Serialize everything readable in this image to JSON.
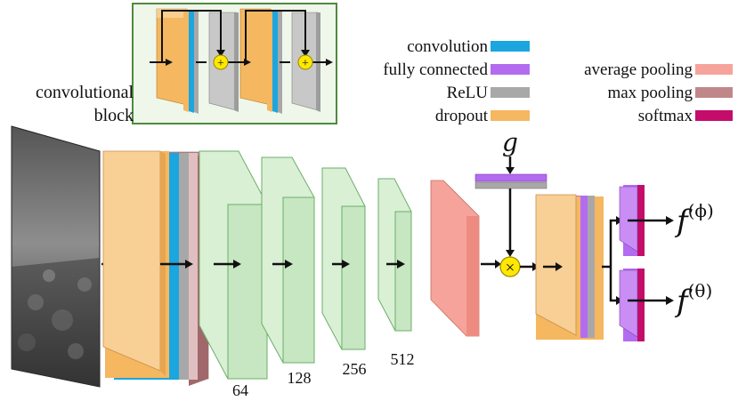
{
  "block_label": [
    "convolutional",
    "block"
  ],
  "legend": {
    "left": [
      {
        "label": "convolution",
        "color": "#1ba6df"
      },
      {
        "label": "fully connected",
        "color": "#b36cf0"
      },
      {
        "label": "ReLU",
        "color": "#a8a8a8"
      },
      {
        "label": "dropout",
        "color": "#f5b760"
      }
    ],
    "right": [
      {
        "label": "average pooling",
        "color": "#f6a49b"
      },
      {
        "label": "max pooling",
        "color": "#c0878a"
      },
      {
        "label": "softmax",
        "color": "#c40c6b"
      }
    ]
  },
  "channel_sizes": [
    "64",
    "128",
    "256",
    "512"
  ],
  "input_symbol": "g",
  "outputs": [
    {
      "base": "f",
      "sup": "(ϕ)"
    },
    {
      "base": "f",
      "sup": "(θ)"
    }
  ],
  "ops": {
    "add": "+",
    "multiply": "×"
  },
  "colors": {
    "block_fill": "#d9f0d5",
    "block_side": "#c6e7c1",
    "block_stroke": "#6cae68",
    "inset_bg": "#eef7ea",
    "inset_border": "#4f8a3e",
    "op_fill": "#ffe800",
    "op_stroke": "#9a8a00",
    "image_dark": "#2b2b2b",
    "image_light": "#9a9a9a"
  }
}
